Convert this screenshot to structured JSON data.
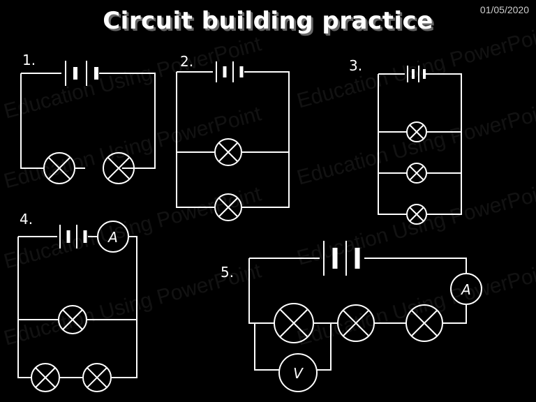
{
  "header": {
    "date": "01/05/2020",
    "title": "Circuit building practice"
  },
  "watermark": "Education Using PowerPoint",
  "circuits": [
    {
      "label": "1.",
      "description": "cell with two lamps in series"
    },
    {
      "label": "2.",
      "description": "cell with two lamps in parallel"
    },
    {
      "label": "3.",
      "description": "cell with three lamps in parallel"
    },
    {
      "label": "4.",
      "description": "battery and ammeter with one lamp in parallel with two series lamps"
    },
    {
      "label": "5.",
      "description": "battery, ammeter, three lamps in series with voltmeter across first lamp"
    }
  ],
  "meters": {
    "ammeter_symbol": "A",
    "voltmeter_symbol": "V"
  },
  "colors": {
    "background": "#000000",
    "wire": "#ffffff",
    "text": "#ffffff"
  }
}
